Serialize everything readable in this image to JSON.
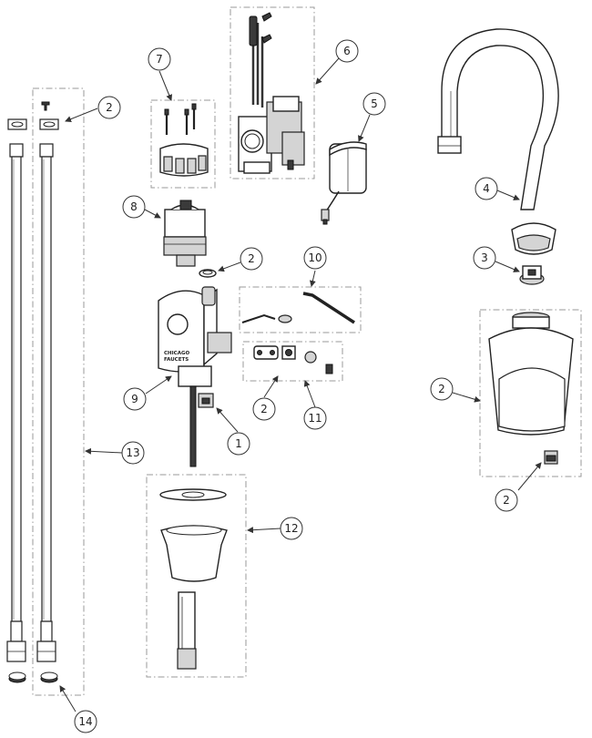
{
  "brand_text": {
    "line1": "CHICAGO",
    "line2": "FAUCETS"
  },
  "callouts": [
    {
      "id": "callout-2-top-left",
      "label": "2"
    },
    {
      "id": "callout-7",
      "label": "7"
    },
    {
      "id": "callout-6",
      "label": "6"
    },
    {
      "id": "callout-5",
      "label": "5"
    },
    {
      "id": "callout-4",
      "label": "4"
    },
    {
      "id": "callout-8",
      "label": "8"
    },
    {
      "id": "callout-2-middle",
      "label": "2"
    },
    {
      "id": "callout-10",
      "label": "10"
    },
    {
      "id": "callout-3",
      "label": "3"
    },
    {
      "id": "callout-9",
      "label": "9"
    },
    {
      "id": "callout-2-fitting",
      "label": "2"
    },
    {
      "id": "callout-11",
      "label": "11"
    },
    {
      "id": "callout-1",
      "label": "1"
    },
    {
      "id": "callout-2-lower",
      "label": "2"
    },
    {
      "id": "callout-13",
      "label": "13"
    },
    {
      "id": "callout-12",
      "label": "12"
    },
    {
      "id": "callout-2-right",
      "label": "2"
    },
    {
      "id": "callout-14",
      "label": "14"
    }
  ]
}
